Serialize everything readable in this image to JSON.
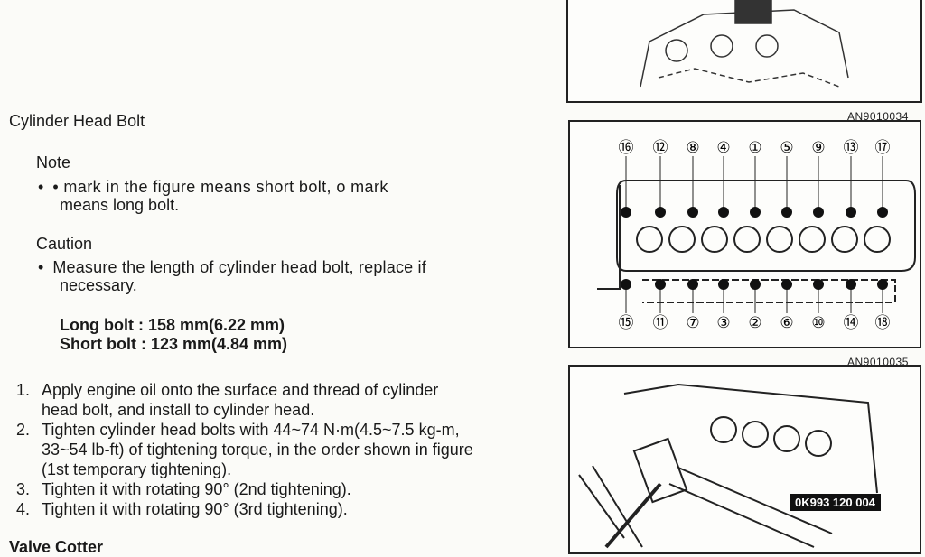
{
  "section_title": "Cylinder Head Bolt",
  "note": {
    "heading": "Note",
    "bullet": "• mark in the figure means short bolt, o mark",
    "bullet_cont": "means long bolt."
  },
  "caution": {
    "heading": "Caution",
    "bullet": "Measure the length of cylinder head bolt, replace if",
    "bullet_cont": "necessary."
  },
  "specs": {
    "long": "Long bolt : 158 mm(6.22 mm)",
    "short": "Short bolt : 123 mm(4.84 mm)"
  },
  "steps": [
    {
      "num": "1.",
      "lines": [
        "Apply engine oil onto the surface and thread of cylinder",
        "head bolt, and install to cylinder head."
      ]
    },
    {
      "num": "2.",
      "lines": [
        "Tighten cylinder head bolts with 44~74 N·m(4.5~7.5 kg-m,",
        "33~54 lb-ft) of tightening torque, in the order shown in figure",
        "(1st temporary tightening)."
      ]
    },
    {
      "num": "3.",
      "lines": [
        "Tighten it with rotating 90° (2nd tightening)."
      ]
    },
    {
      "num": "4.",
      "lines": [
        "Tighten it with rotating 90° (3rd tightening)."
      ]
    }
  ],
  "next_section_partial": "Valve Cotter",
  "figures": {
    "caption1": "AN9010034",
    "caption2": "AN9010035",
    "top_bolts": [
      "⑯",
      "⑫",
      "⑧",
      "④",
      "①",
      "⑤",
      "⑨",
      "⑬",
      "⑰"
    ],
    "bottom_bolts": [
      "⑮",
      "⑪",
      "⑦",
      "③",
      "②",
      "⑥",
      "⑩",
      "⑭",
      "⑱"
    ],
    "tool_label": "0K993 120 004"
  }
}
